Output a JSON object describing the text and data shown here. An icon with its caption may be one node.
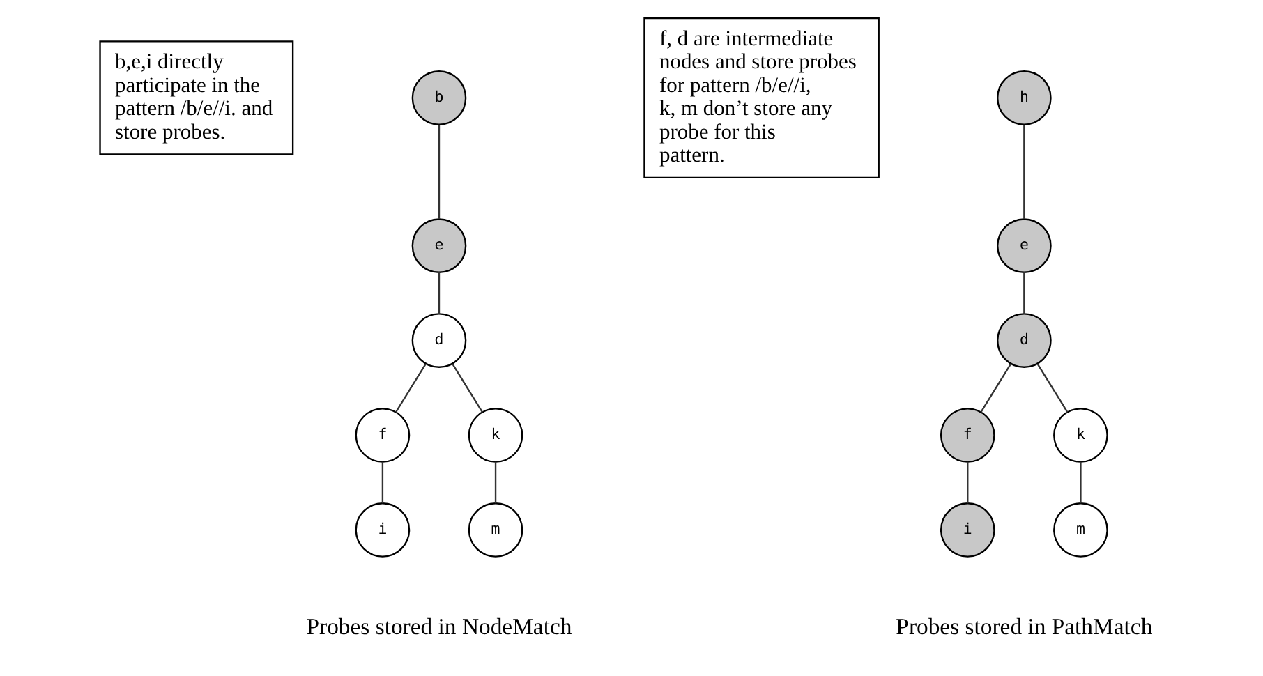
{
  "diagram": {
    "nodes": [
      {
        "text": [
          "b,e,i directly participate in the pattern /b/e//i. and store probes."
        ]
      },
      {
        "text": [
          "b"
        ]
      },
      {
        "text": [
          "e"
        ]
      },
      {
        "text": [
          "d"
        ]
      },
      {
        "text": [
          "f"
        ]
      },
      {
        "text": [
          "k"
        ]
      },
      {
        "text": [
          "i"
        ]
      },
      {
        "text": [
          "m"
        ]
      },
      {
        "text": [
          "f, d are intermediate nodes and store probes for pattern /b/e//i, k, m don’t store any probe for this pattern."
        ]
      },
      {
        "text": [
          "h"
        ]
      },
      {
        "text": [
          "e"
        ]
      },
      {
        "text": [
          "d"
        ]
      },
      {
        "text": [
          "f"
        ]
      },
      {
        "text": [
          "k"
        ]
      },
      {
        "text": [
          "i"
        ]
      },
      {
        "text": [
          "m"
        ]
      }
    ],
    "edges": [
      {
        "from": 1,
        "to": 2,
        "arrow": "none"
      },
      {
        "from": 2,
        "to": 3,
        "arrow": "none"
      },
      {
        "from": 3,
        "to": 4,
        "arrow": "none"
      },
      {
        "from": 3,
        "to": 5,
        "arrow": "none"
      },
      {
        "from": 4,
        "to": 6,
        "arrow": "none"
      },
      {
        "from": 5,
        "to": 7,
        "arrow": "none"
      },
      {
        "from": 9,
        "to": 10,
        "arrow": "none"
      },
      {
        "from": 10,
        "to": 11,
        "arrow": "none"
      },
      {
        "from": 11,
        "to": 12,
        "arrow": "none"
      },
      {
        "from": 11,
        "to": 13,
        "arrow": "none"
      },
      {
        "from": 12,
        "to": 14,
        "arrow": "none"
      },
      {
        "from": 13,
        "to": 15,
        "arrow": "none"
      }
    ],
    "labels": [
      "Probes stored in NodeMatch",
      "Probes stored in PathMatch"
    ]
  }
}
